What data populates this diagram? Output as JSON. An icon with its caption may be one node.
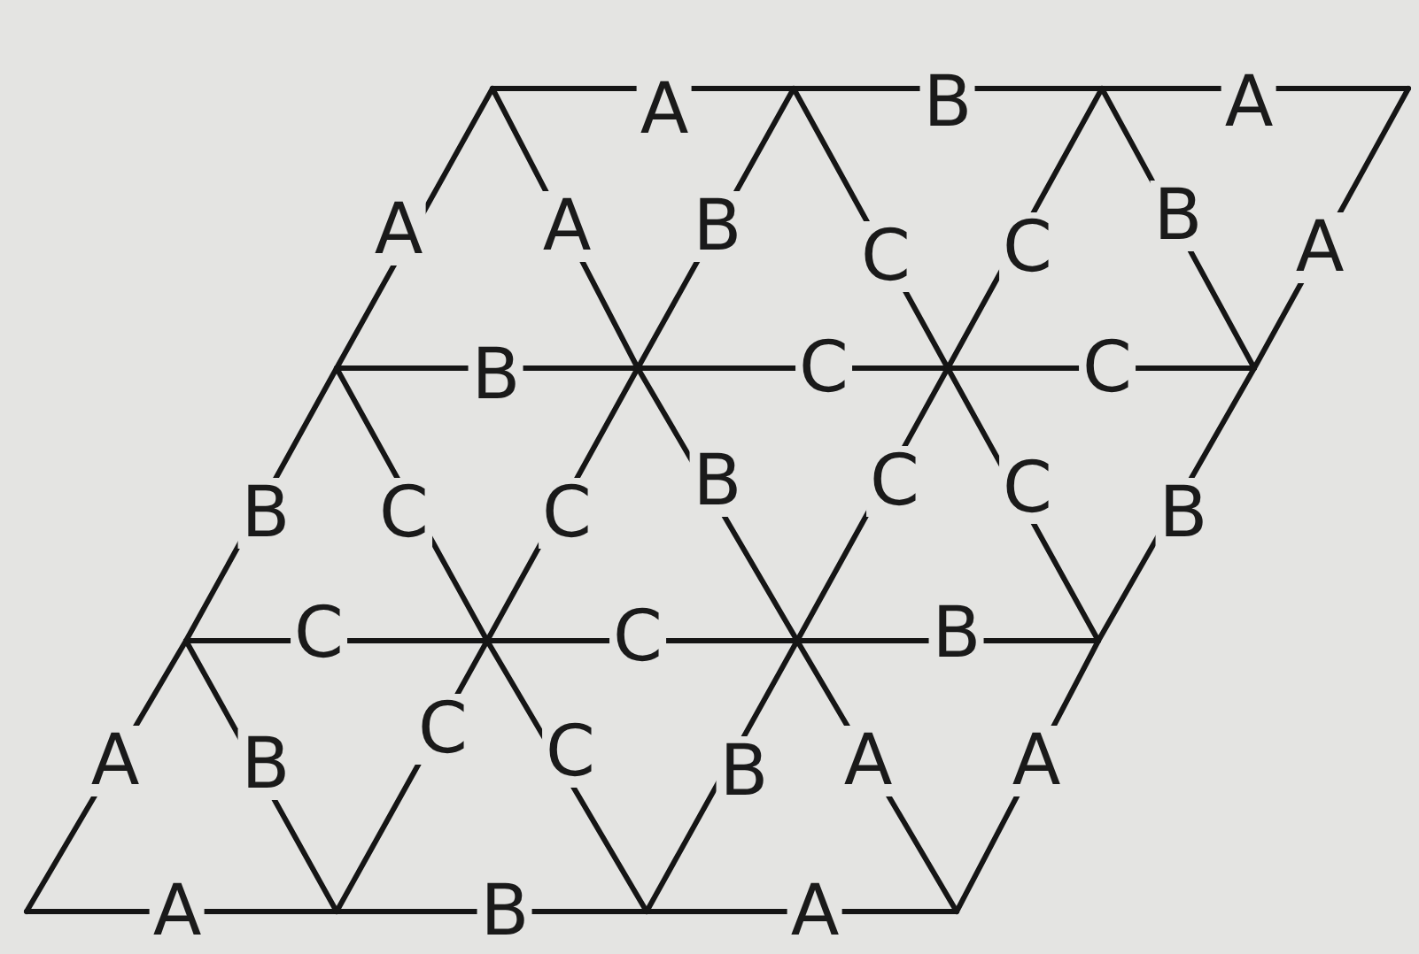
{
  "diagram": {
    "labels": [
      "A",
      "B",
      "A",
      "A",
      "A",
      "B",
      "C",
      "C",
      "B",
      "A",
      "B",
      "C",
      "C",
      "B",
      "C",
      "C",
      "B",
      "C",
      "C",
      "B",
      "C",
      "C",
      "B",
      "A",
      "B",
      "C",
      "C",
      "B",
      "A",
      "A",
      "A",
      "B",
      "A"
    ]
  }
}
